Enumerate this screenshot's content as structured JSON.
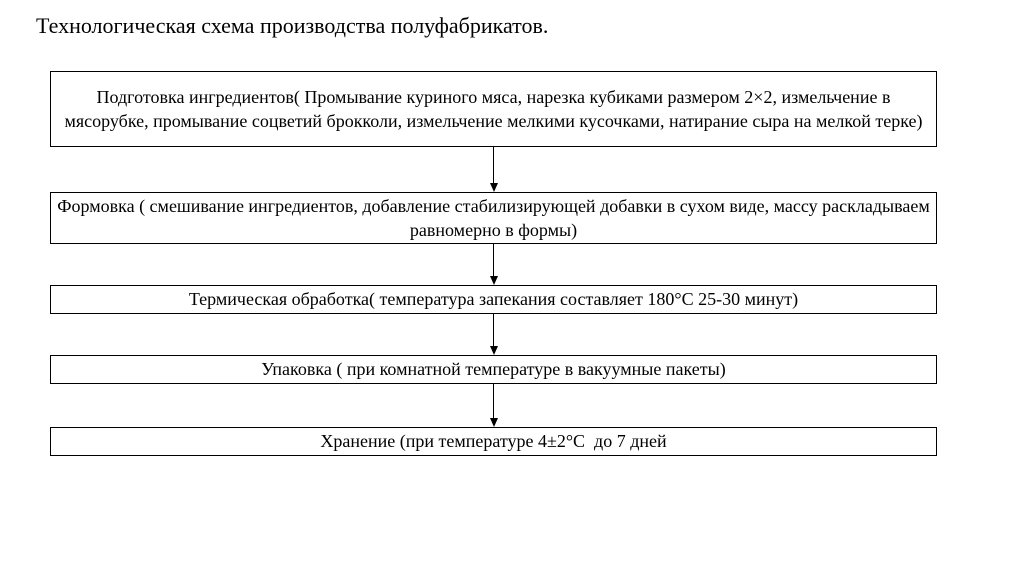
{
  "title": "Технологическая схема производства полуфабрикатов.",
  "flowchart": {
    "steps": [
      {
        "name": "preparation",
        "text": "Подготовка ингредиентов( Промывание куриного мяса, нарезка кубиками размером 2×2, измельчение в мясорубке, промывание соцветий брокколи, измельчение мелкими кусочками, натирание сыра на мелкой терке)"
      },
      {
        "name": "forming",
        "text": "Формовка ( смешивание ингредиентов, добавление стабилизирующей добавки в сухом виде, массу раскладываем равномерно в формы)"
      },
      {
        "name": "thermal-treatment",
        "text": "Термическая обработка( температура запекания составляет 180°С 25-30 минут)"
      },
      {
        "name": "packaging",
        "text": "Упаковка ( при комнатной температуре в вакуумные пакеты)"
      },
      {
        "name": "storage",
        "text": "Хранение (при температуре 4±2°С  до 7 дней"
      }
    ]
  },
  "colors": {
    "background": "#ffffff",
    "text": "#000000",
    "box_border": "#000000",
    "arrow": "#000000"
  }
}
